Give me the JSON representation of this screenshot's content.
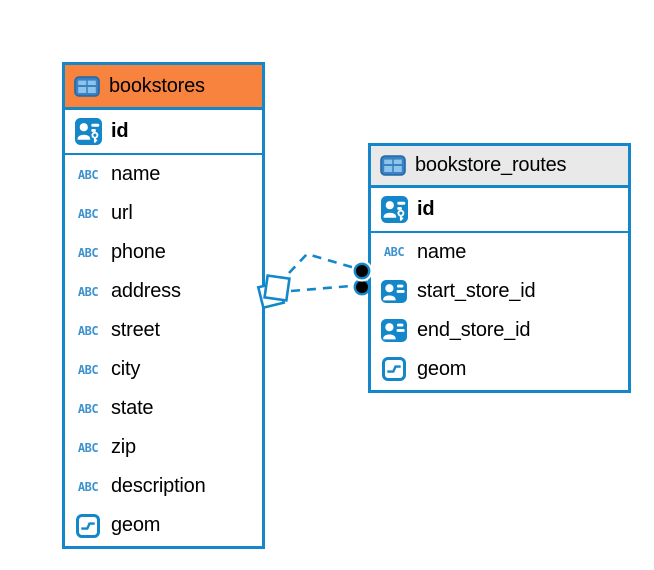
{
  "diagram": {
    "tables": [
      {
        "name": "bookstores",
        "header_color": "#F8833F",
        "columns": [
          {
            "name": "id",
            "type": "primary-key"
          },
          {
            "name": "name",
            "type": "text"
          },
          {
            "name": "url",
            "type": "text"
          },
          {
            "name": "phone",
            "type": "text"
          },
          {
            "name": "address",
            "type": "text"
          },
          {
            "name": "street",
            "type": "text"
          },
          {
            "name": "city",
            "type": "text"
          },
          {
            "name": "state",
            "type": "text"
          },
          {
            "name": "zip",
            "type": "text"
          },
          {
            "name": "description",
            "type": "text"
          },
          {
            "name": "geom",
            "type": "geometry"
          }
        ]
      },
      {
        "name": "bookstore_routes",
        "header_color": "#E9E9E9",
        "columns": [
          {
            "name": "id",
            "type": "primary-key"
          },
          {
            "name": "name",
            "type": "text"
          },
          {
            "name": "start_store_id",
            "type": "foreign-key"
          },
          {
            "name": "end_store_id",
            "type": "foreign-key"
          },
          {
            "name": "geom",
            "type": "geometry"
          }
        ]
      }
    ],
    "relationship": {
      "from_table": "bookstores",
      "to_table": "bookstore_routes",
      "line_style": "dashed",
      "endpoint_count": 2
    },
    "colors": {
      "accent_blue": "#1387C9",
      "selected_header_orange": "#F8833F",
      "header_gray": "#E9E9E9",
      "background": "#FFFFFF"
    }
  }
}
